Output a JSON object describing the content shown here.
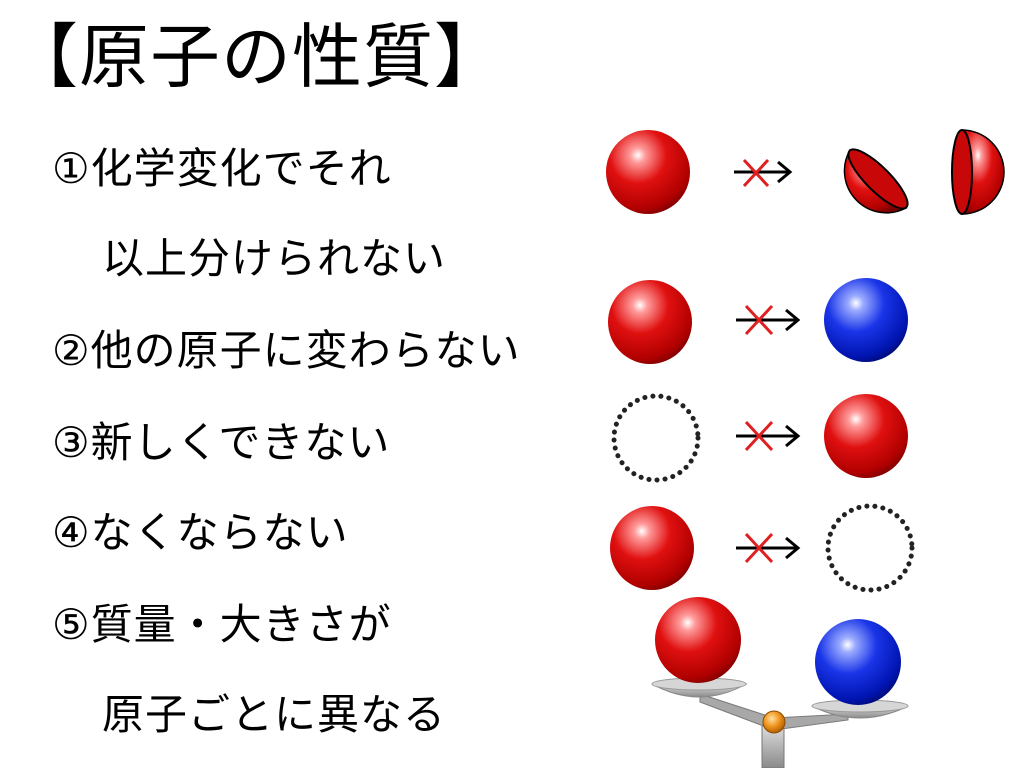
{
  "slide": {
    "title": "【原子の性質】",
    "lines": [
      "①化学変化でそれ",
      "以上分けられない",
      "②他の原子に変わらない",
      "③新しくできない",
      "④なくならない",
      "⑤質量・大きさが",
      "原子ごとに異なる"
    ]
  },
  "colors": {
    "red_atom": "#dd0000",
    "blue_atom": "#1030e0",
    "cross": "#e02020",
    "arrow": "#000000",
    "scale": "#a8a8a8",
    "pivot": "#e8901a"
  },
  "icons": {
    "atom_red": "red-sphere",
    "atom_blue": "blue-sphere",
    "atom_empty": "dotted-circle",
    "not_arrow": "crossed-arrow",
    "balance": "balance-scale"
  }
}
